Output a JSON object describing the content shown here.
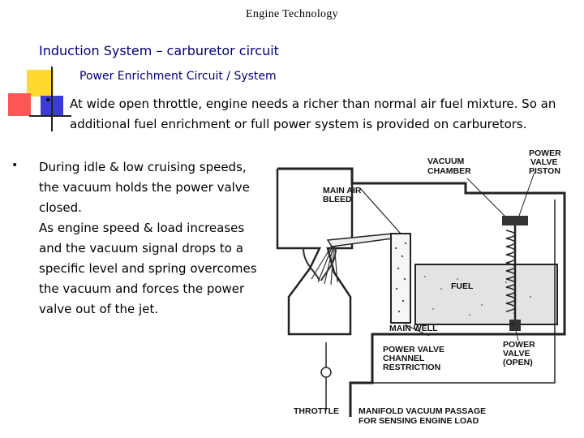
{
  "header": {
    "text": "Engine Technology"
  },
  "slide": {
    "title": "Induction System – carburetor circuit",
    "subtitle": "Power Enrichment Circuit / System",
    "bullets": [
      {
        "marker": "•",
        "text": "At wide open throttle, engine needs a richer than normal air fuel mixture. So an additional fuel enrichment or full power system is provided on carburetors."
      },
      {
        "marker": "•",
        "text": "During idle & low cruising speeds, the vacuum holds the power valve closed.",
        "text2": "As engine speed & load increases and the vacuum signal drops to a specific level and spring overcomes the vacuum and forces the power valve out of the jet."
      }
    ]
  },
  "colors": {
    "accent_yellow": "#ffd92e",
    "accent_red": "#ff5555",
    "accent_blue": "#3b3bd6",
    "text_blue": "#00007a"
  },
  "diagram": {
    "labels": {
      "vacuum_chamber_1": "VACUUM",
      "vacuum_chamber_2": "CHAMBER",
      "power_valve_piston_1": "POWER",
      "power_valve_piston_2": "VALVE",
      "power_valve_piston_3": "PISTON",
      "main_air_bleed_1": "MAIN AIR",
      "main_air_bleed_2": "BLEED",
      "fuel": "FUEL",
      "main_well": "MAIN WELL",
      "channel_restriction_1": "POWER VALVE",
      "channel_restriction_2": "CHANNEL",
      "channel_restriction_3": "RESTRICTION",
      "power_valve_open_1": "POWER",
      "power_valve_open_2": "VALVE",
      "power_valve_open_3": "(OPEN)",
      "throttle": "THROTTLE",
      "manifold_1": "MANIFOLD VACUUM PASSAGE",
      "manifold_2": "FOR SENSING ENGINE LOAD"
    }
  }
}
